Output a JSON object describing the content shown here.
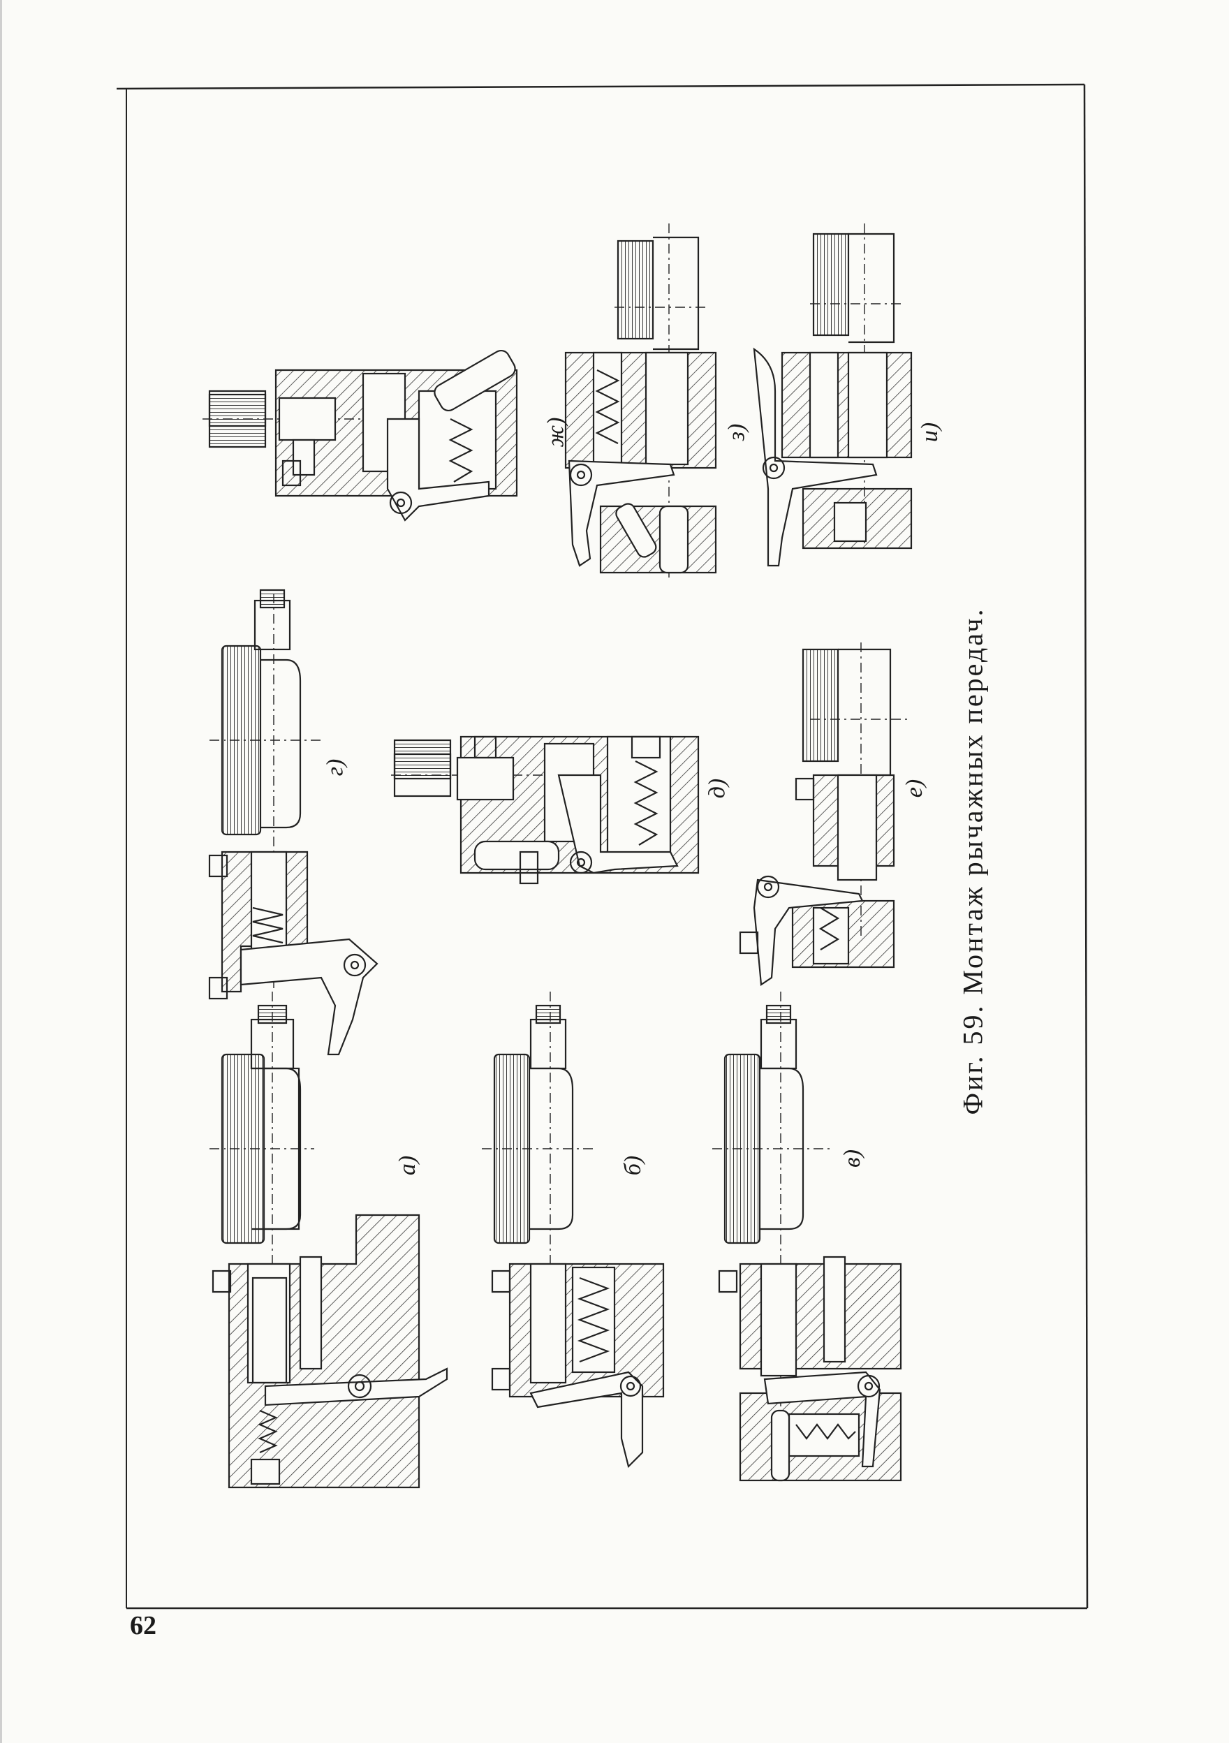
{
  "figure": {
    "caption": "Фиг. 59. Монтаж рычажных передач.",
    "panels": [
      {
        "id": "a",
        "label": "а)"
      },
      {
        "id": "b",
        "label": "б)"
      },
      {
        "id": "v",
        "label": "в)"
      },
      {
        "id": "g",
        "label": "г)"
      },
      {
        "id": "d",
        "label": "д)"
      },
      {
        "id": "e",
        "label": "е)"
      },
      {
        "id": "zh",
        "label": "ж)"
      },
      {
        "id": "z",
        "label": "з)"
      },
      {
        "id": "i",
        "label": "и)"
      }
    ]
  },
  "page_number": "62",
  "colors": {
    "ink": "#1a1a1a",
    "paper": "#fbfbf8"
  }
}
